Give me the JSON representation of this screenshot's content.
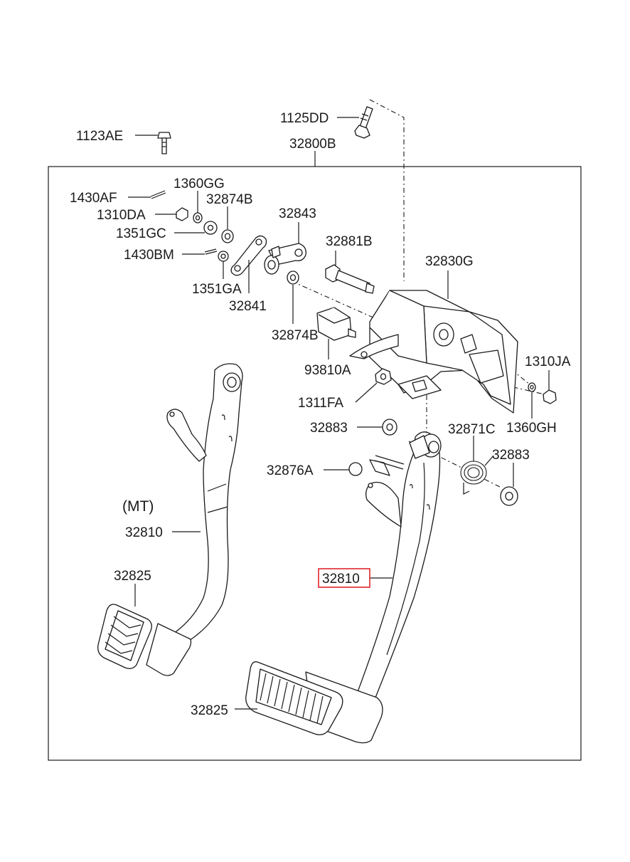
{
  "diagram": {
    "labels": {
      "p1125DD": "1125DD",
      "p1123AE": "1123AE",
      "p32800B": "32800B",
      "p1360GG": "1360GG",
      "p1430AF": "1430AF",
      "p32874B_top": "32874B",
      "p1310DA": "1310DA",
      "p32843": "32843",
      "p1351GC": "1351GC",
      "p32881B": "32881B",
      "p1430BM": "1430BM",
      "p32830G": "32830G",
      "p1351GA": "1351GA",
      "p32841": "32841",
      "p32874B_mid": "32874B",
      "p1310JA": "1310JA",
      "p93810A": "93810A",
      "p1311FA": "1311FA",
      "p1360GH": "1360GH",
      "p32883_left": "32883",
      "p32871C": "32871C",
      "p32883_right": "32883",
      "p32876A": "32876A",
      "mt": "(MT)",
      "p32810_left": "32810",
      "p32825_left": "32825",
      "p32810_right": "32810",
      "p32825_bottom": "32825"
    },
    "highlight_color": "#e0262b"
  }
}
